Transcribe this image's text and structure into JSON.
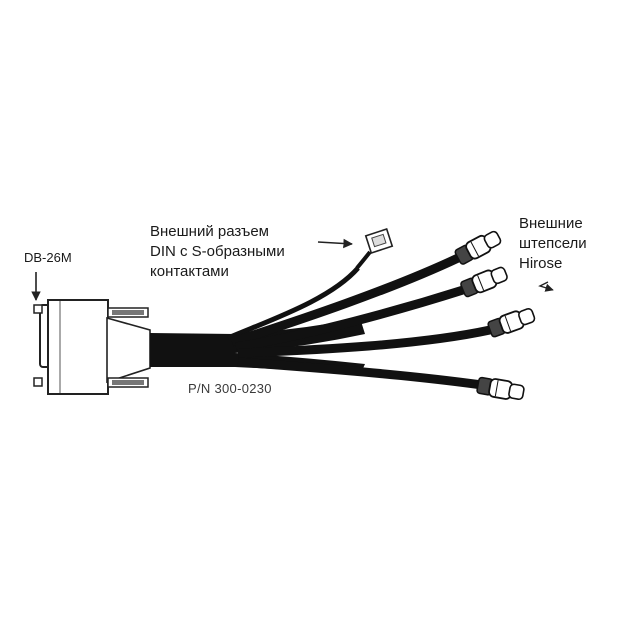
{
  "labels": {
    "db26m": "DB-26M",
    "din_line1": "Внешний разъем",
    "din_line2": "DIN с S-образными",
    "din_line3": "контактами",
    "hirose_line1": "Внешние",
    "hirose_line2": "штепсели",
    "hirose_line3": "Hirose",
    "part_number": "P/N 300-0230"
  }
}
